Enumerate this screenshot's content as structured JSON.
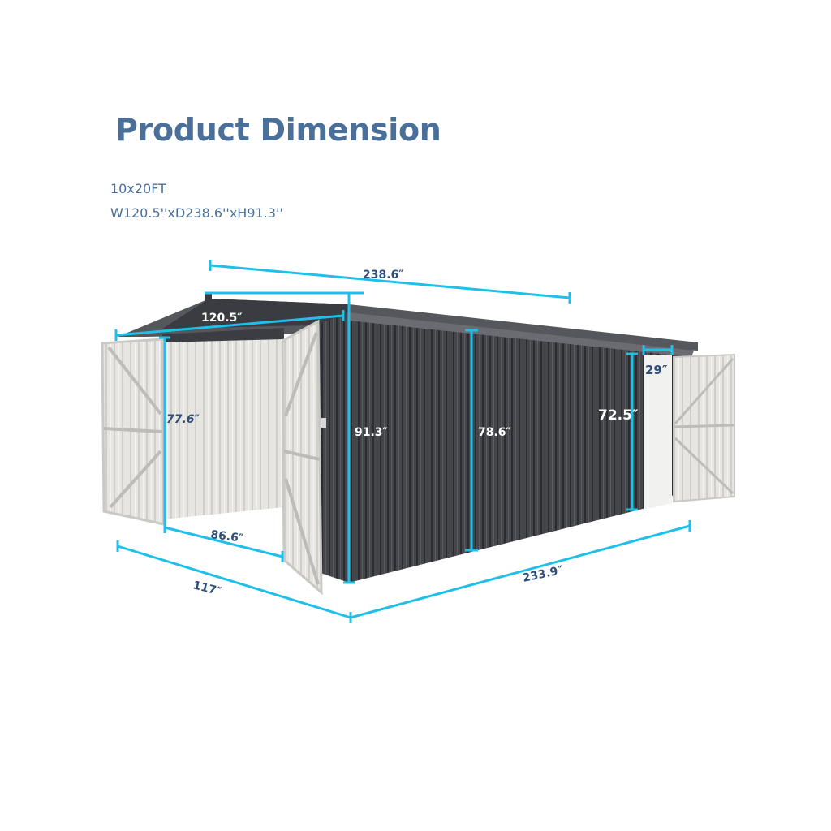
{
  "header": {
    "title": "Product Dimension",
    "size_label": "10x20FT",
    "spec_label": "W120.5''xD238.6''xH91.3''"
  },
  "colors": {
    "title": "#4a6f98",
    "dimension_line": "#1ec0ea",
    "dimension_text_dark": "#2f4f7a",
    "dimension_text_light": "#ffffff",
    "shed_wall": "#3d3f44",
    "shed_roof": "#55575c",
    "door_panel": "#e4e3df"
  },
  "dimensions": {
    "total_depth_top": "238.6″",
    "roof_width": "120.5″",
    "front_door_height": "77.6″",
    "front_door_width": "86.6″",
    "base_width": "117″",
    "wall_height": "91.3″",
    "side_wall_height": "78.6″",
    "side_door_height": "72.5″",
    "side_door_width": "29″",
    "base_depth": "233.9″"
  }
}
